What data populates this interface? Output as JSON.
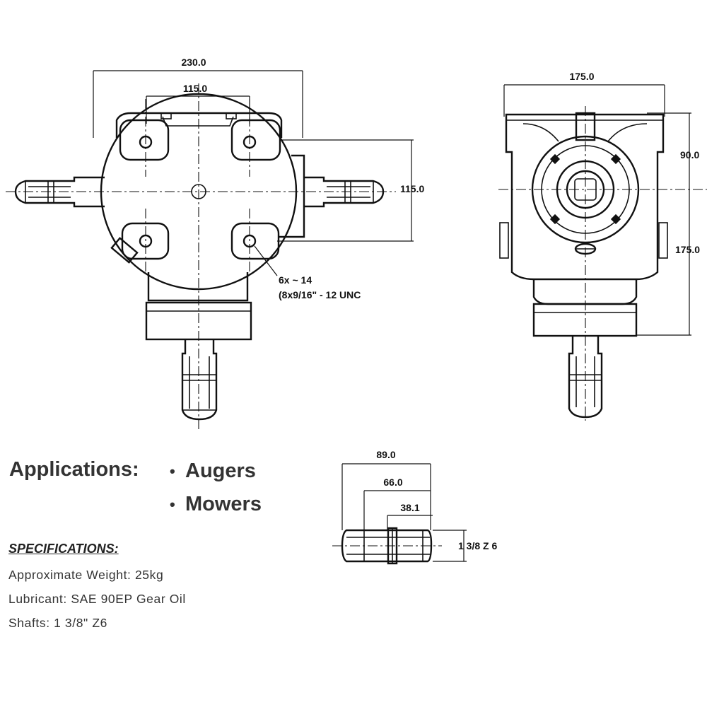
{
  "drawing": {
    "front_view": {
      "width_dim": "230.0",
      "bolt_spacing_dim": "115.0",
      "height_dim": "115.0",
      "thread_note_1": "6x ~ 14",
      "thread_note_2": "(8x9/16\" - 12 UNC"
    },
    "side_view": {
      "width_dim": "175.0",
      "upper_dim": "90.0",
      "overall_dim": "175.0"
    },
    "shaft_view": {
      "overall_dim": "89.0",
      "mid_dim": "66.0",
      "spline_dim": "38.1",
      "spline_spec": "1 3/8 Z 6"
    }
  },
  "applications": {
    "label": "Applications:",
    "items": [
      "Augers",
      "Mowers"
    ]
  },
  "specifications": {
    "title": "SPECIFICATIONS:",
    "lines": [
      "Approximate Weight: 25kg",
      "Lubricant: SAE 90EP Gear Oil",
      "Shafts: 1 3/8\" Z6"
    ]
  }
}
